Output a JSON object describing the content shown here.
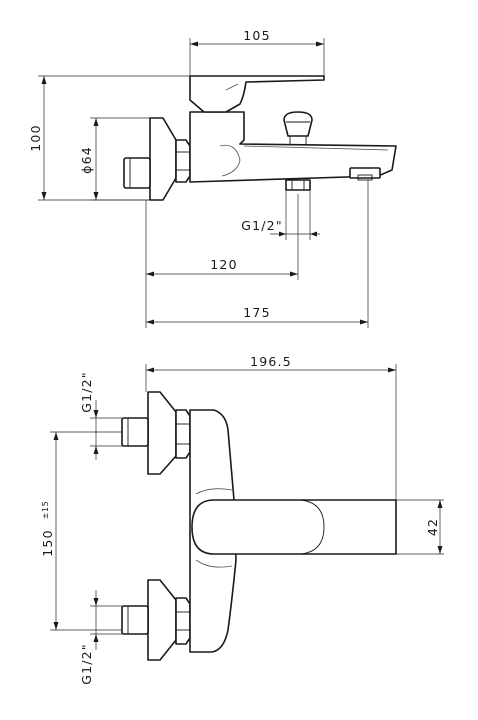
{
  "top_view": {
    "dim_overall_reach": "105",
    "dim_height": "100",
    "dim_flange_diameter": "ϕ64",
    "dim_outlet_thread": "G1/2\"",
    "dim_wall_to_outlet": "120",
    "dim_wall_to_spout": "175"
  },
  "front_view": {
    "dim_total_width": "196.5",
    "dim_inlet_thread_top": "G1/2\"",
    "dim_inlet_spacing": "150",
    "dim_inlet_spacing_tolerance": "±15",
    "dim_inlet_thread_bottom": "G1/2\"",
    "dim_lever_height": "42"
  }
}
